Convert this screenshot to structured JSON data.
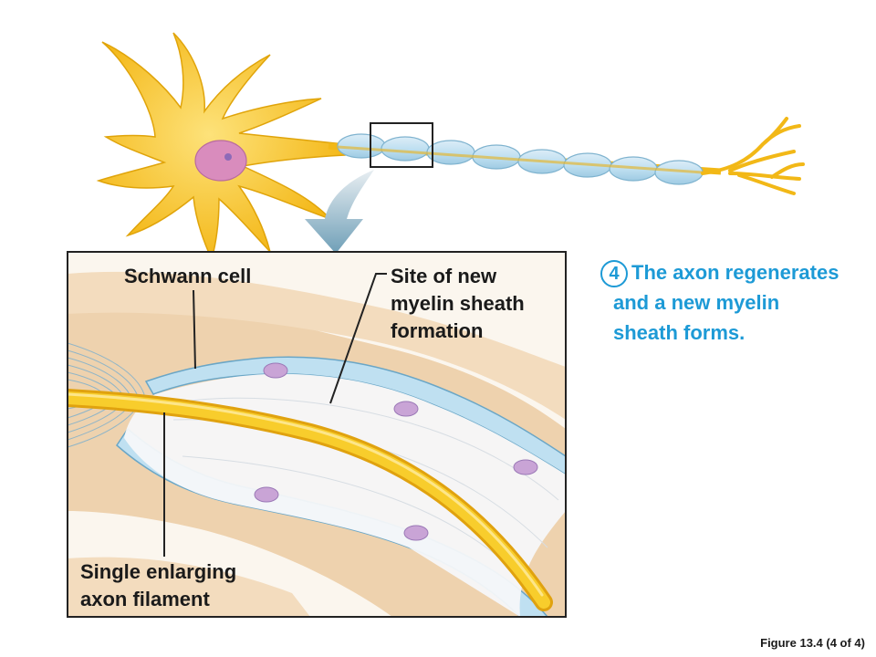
{
  "labels": {
    "schwann_cell": "Schwann cell",
    "site_new_myelin": "Site of new\nmyelin sheath\nformation",
    "single_axon": "Single enlarging\naxon filament"
  },
  "step": {
    "number": "4",
    "text": "The axon regenerates and a new myelin sheath forms."
  },
  "caption": "Figure 13.4 (4 of 4)",
  "colors": {
    "accent": "#1d9ad6",
    "neuron": "#f7c21a",
    "myelin": "#b5dbef",
    "tissue": "#efd3b0",
    "nucleus": "#cf87b8"
  }
}
